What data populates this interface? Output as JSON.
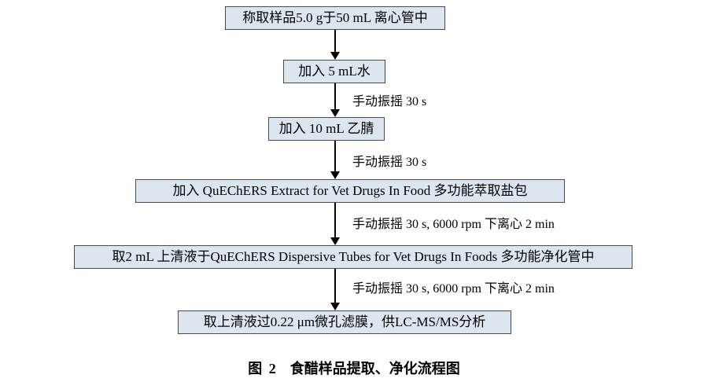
{
  "steps": [
    "称取样品5.0 g于50 mL 离心管中",
    "加入 5 mL水",
    "加入 10 mL 乙腈",
    "加入 QuEChERS Extract for Vet Drugs In Food 多功能萃取盐包",
    "取2 mL 上清液于QuEChERS Dispersive Tubes for Vet Drugs In Foods 多功能净化管中",
    "取上清液过0.22 μm微孔滤膜，供LC-MS/MS分析"
  ],
  "notes": [
    "手动振摇 30 s",
    "手动振摇 30 s",
    "手动振摇 30 s, 6000 rpm 下离心 2 min",
    "手动振摇 30 s, 6000 rpm 下离心 2 min"
  ],
  "caption": "图 2　食醋样品提取、净化流程图",
  "colors": {
    "box_fill": "#dce6f1",
    "box_border": "#4a4a4a",
    "arrow": "#000000"
  }
}
